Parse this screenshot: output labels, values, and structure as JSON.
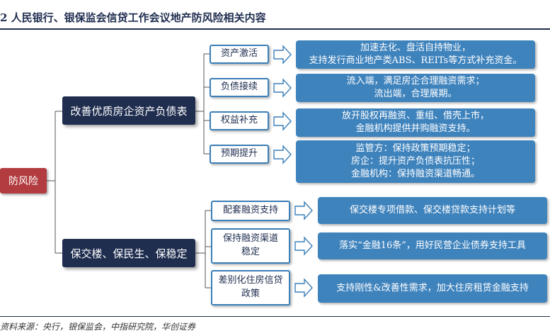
{
  "title": "2  人民银行、银保监会信贷工作会议地产防风险相关内容",
  "root": "防风险",
  "branches": [
    {
      "label": "改善优质房企资产负债表",
      "items": [
        {
          "label": "资产激活",
          "desc": [
            "加速去化、盘活自持物业，",
            "支持发行商业地产类ABS、REITs等方式补充资金。"
          ]
        },
        {
          "label": "负债接续",
          "desc": [
            "流入端，满足房企合理融资需求；",
            "流出端，合理展期。"
          ]
        },
        {
          "label": "权益补充",
          "desc": [
            "放开股权再融资、重组、借壳上市，",
            "金融机构提供并购融资支持。"
          ]
        },
        {
          "label": "预期提升",
          "desc": [
            "监管方：保持政策预期稳定；",
            "房企：提升资产负债表抗压性；",
            "金融机构：保持融资渠道畅通。"
          ]
        }
      ]
    },
    {
      "label": "保交楼、保民生、保稳定",
      "items": [
        {
          "label": "配套融资支持",
          "desc": [
            "保交楼专项借款、保交楼贷款支持计划等"
          ]
        },
        {
          "label": "保持融资渠道稳定",
          "desc": [
            "落实“金融16条”，用好民营企业债券支持工具"
          ]
        },
        {
          "label": "差别化住房信贷政策",
          "desc": [
            "支持刚性&改善性需求，加大住房租赁金融支持"
          ]
        }
      ]
    }
  ],
  "source": "资料来源：央行，银保监会，中指研究院，华创证券",
  "colors": {
    "navy": "#1f2d4f",
    "red": "#b23c3f",
    "blue": "#3f83bd",
    "border": "#3b7fb8"
  }
}
